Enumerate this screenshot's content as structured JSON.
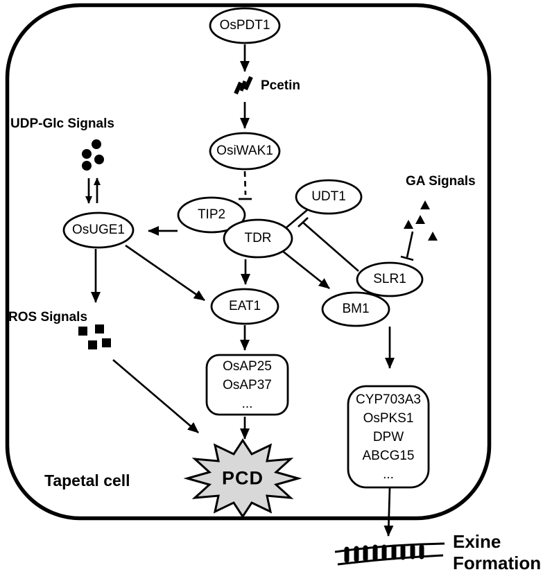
{
  "figure": {
    "cell_label": "Tapetal cell",
    "nodes": {
      "ospdt1": "OsPDT1",
      "osiwak1": "OsiWAK1",
      "tip2": "TIP2",
      "tdr": "TDR",
      "udt1": "UDT1",
      "osuge1": "OsUGE1",
      "slr1": "SLR1",
      "bm1": "BM1",
      "eat1": "EAT1"
    },
    "signals": {
      "pcetin": "Pcetin",
      "udp_glc": "UDP-Glc Signals",
      "ros": "ROS Signals",
      "ga": "GA Signals"
    },
    "gene_boxes": {
      "pcd_genes": [
        "OsAP25",
        "OsAP37",
        "..."
      ],
      "exine_genes": [
        "CYP703A3",
        "OsPKS1",
        "DPW",
        "ABCG15",
        "..."
      ]
    },
    "pcd_label": "PCD",
    "outcome": {
      "line1": "Exine",
      "line2": "Formation"
    },
    "colors": {
      "stroke": "#000000",
      "background": "#ffffff",
      "pcd_fill": "#d8d8d8"
    }
  }
}
